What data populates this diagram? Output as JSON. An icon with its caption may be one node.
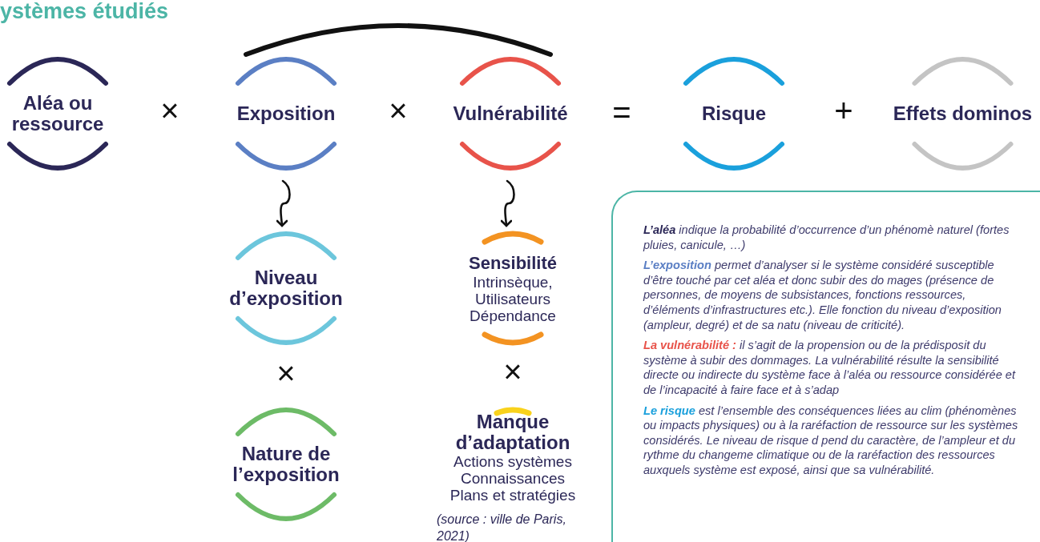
{
  "diagram": {
    "title": "ystèmes étudiés",
    "nodes": [
      {
        "text": [
          "Aléa ou ressource"
        ]
      },
      {
        "text": [
          "Exposition"
        ]
      },
      {
        "text": [
          "Vulnérabilité"
        ]
      },
      {
        "text": [
          "Risque"
        ]
      },
      {
        "text": [
          "Effets dominos"
        ]
      },
      {
        "text": [
          "Niveau d’exposition"
        ]
      },
      {
        "text": [
          "Nature de l’exposition"
        ]
      },
      {
        "text": [
          "Sensibilité",
          "Intrinsèque, Utilisateurs Dépendance"
        ]
      },
      {
        "text": [
          "Manque d’adaptation",
          "Actions systèmes Connaissances Plans et stratégies"
        ]
      },
      {
        "text": [
          "**L’aléa** indique la probabilité d’occurrence d’un phénomè naturel (fortes pluies, canicule, …)",
          "**L’exposition** permet d’analyser si le système considéré susceptible d’être touché par cet aléa et donc subir des do mages (présence de personnes, de moyens de subsistances, fonctions ressources, d’éléments d’infrastructures etc.). Elle fonction du niveau d’exposition (ampleur, degré) et de sa natu (niveau de criticité).",
          "**La vulnérabilité :** il s’agit de la propension ou de la prédisposit du système à subir des dommages. La vulnérabilité résulte la sensibilité directe ou indirecte du système face à l’aléa ou ressource considérée et de l’incapacité à faire face et à s’adap",
          "**Le risque** est l’ensemble des conséquences liées au clim (phénomènes ou impacts physiques) ou à la raréfaction de ressource sur les systèmes considérés. Le niveau de risque d pend du caractère, de l’ampleur et du rythme du changeme climatique ou de la raréfaction des ressources auxquels système est exposé, ainsi que sa vulnérabilité."
        ]
      }
    ],
    "edges": [
      {
        "from": 1,
        "to": 2,
        "arrow": "none",
        "style": "thick"
      },
      {
        "from": 1,
        "to": 5,
        "arrow": "to"
      },
      {
        "from": 2,
        "to": 7,
        "arrow": "to"
      }
    ],
    "labels": [
      "×",
      "×",
      "=",
      "+",
      "×",
      "×",
      "(source : ville de Paris, 2021)"
    ]
  }
}
